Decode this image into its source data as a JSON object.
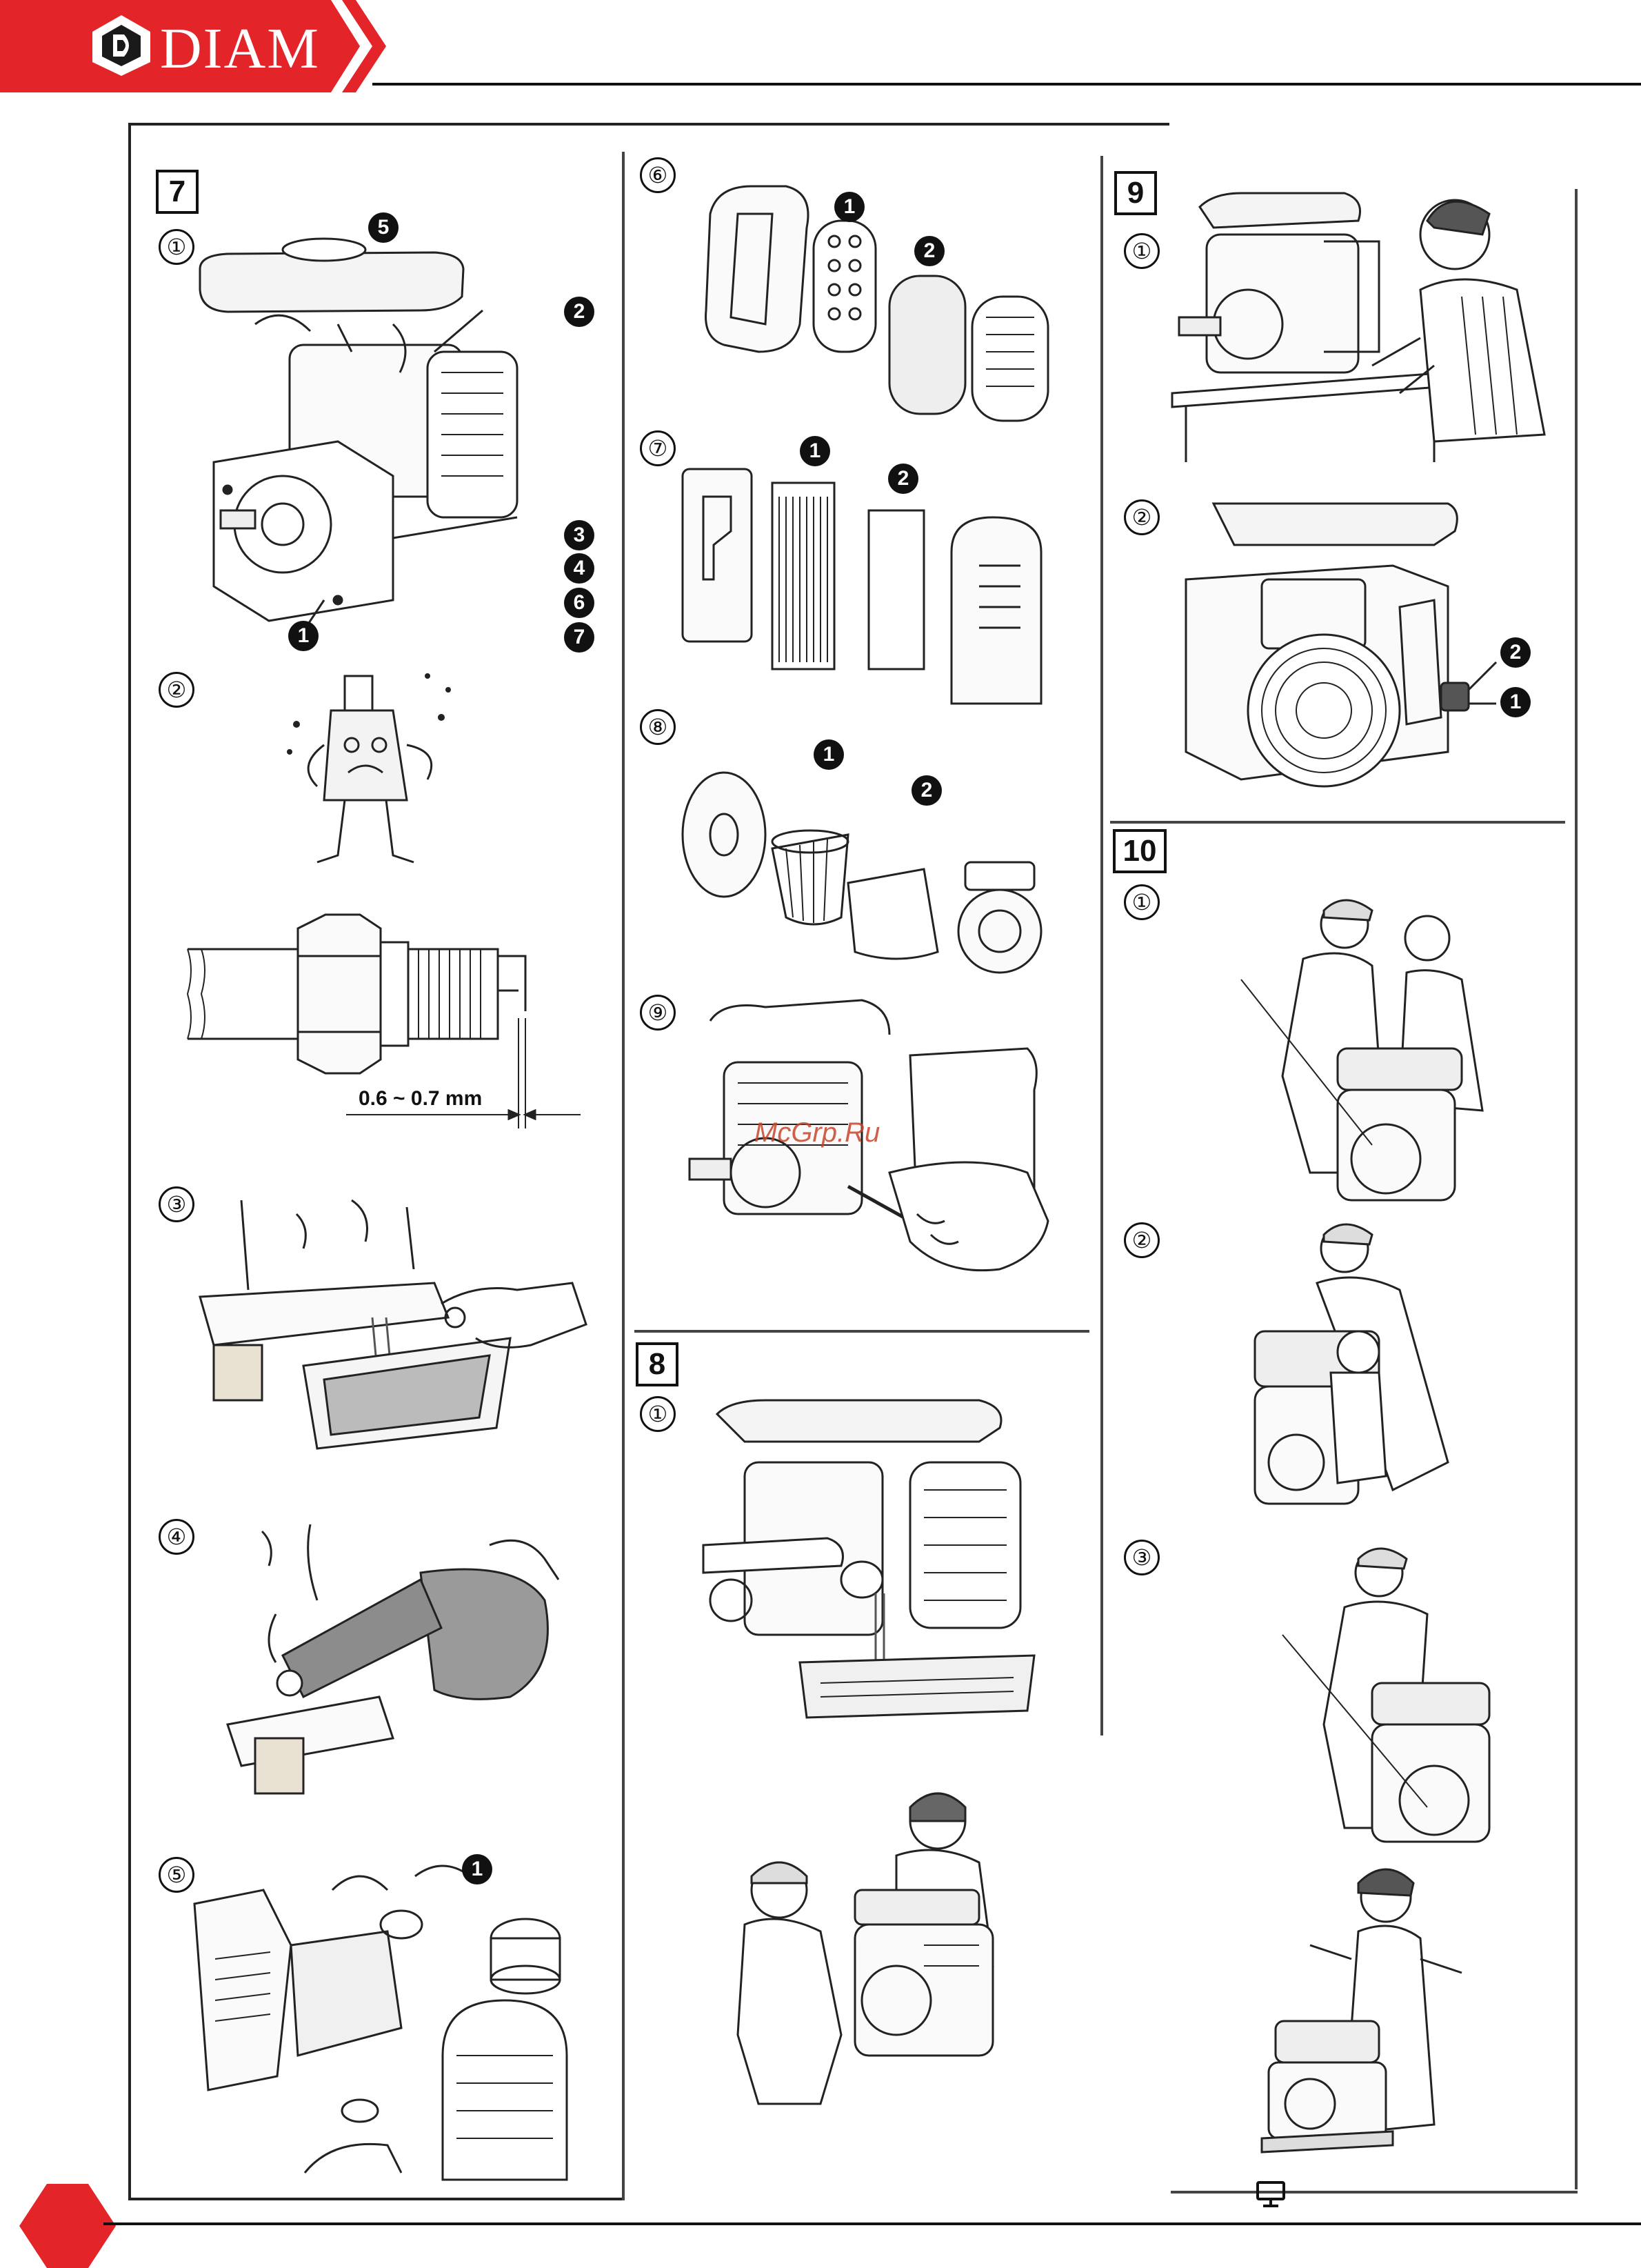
{
  "header": {
    "brand": "DIAM",
    "brand_color": "#e3252a"
  },
  "sections": {
    "s7": "7",
    "s8": "8",
    "s9": "9",
    "s10": "10"
  },
  "steps": {
    "one": "①",
    "two": "②",
    "three": "③",
    "four": "④",
    "five": "⑤",
    "six": "⑥",
    "seven": "⑦",
    "eight": "⑧",
    "nine": "⑨"
  },
  "callouts": {
    "c1": "1",
    "c2": "2",
    "c3": "3",
    "c4": "4",
    "c5": "5",
    "c6": "6",
    "c7": "7"
  },
  "labels": {
    "spark_gap": "0.6 ~ 0.7 mm",
    "watermark": "McGrp.Ru"
  },
  "icons": {
    "footer": "monitor-icon"
  }
}
